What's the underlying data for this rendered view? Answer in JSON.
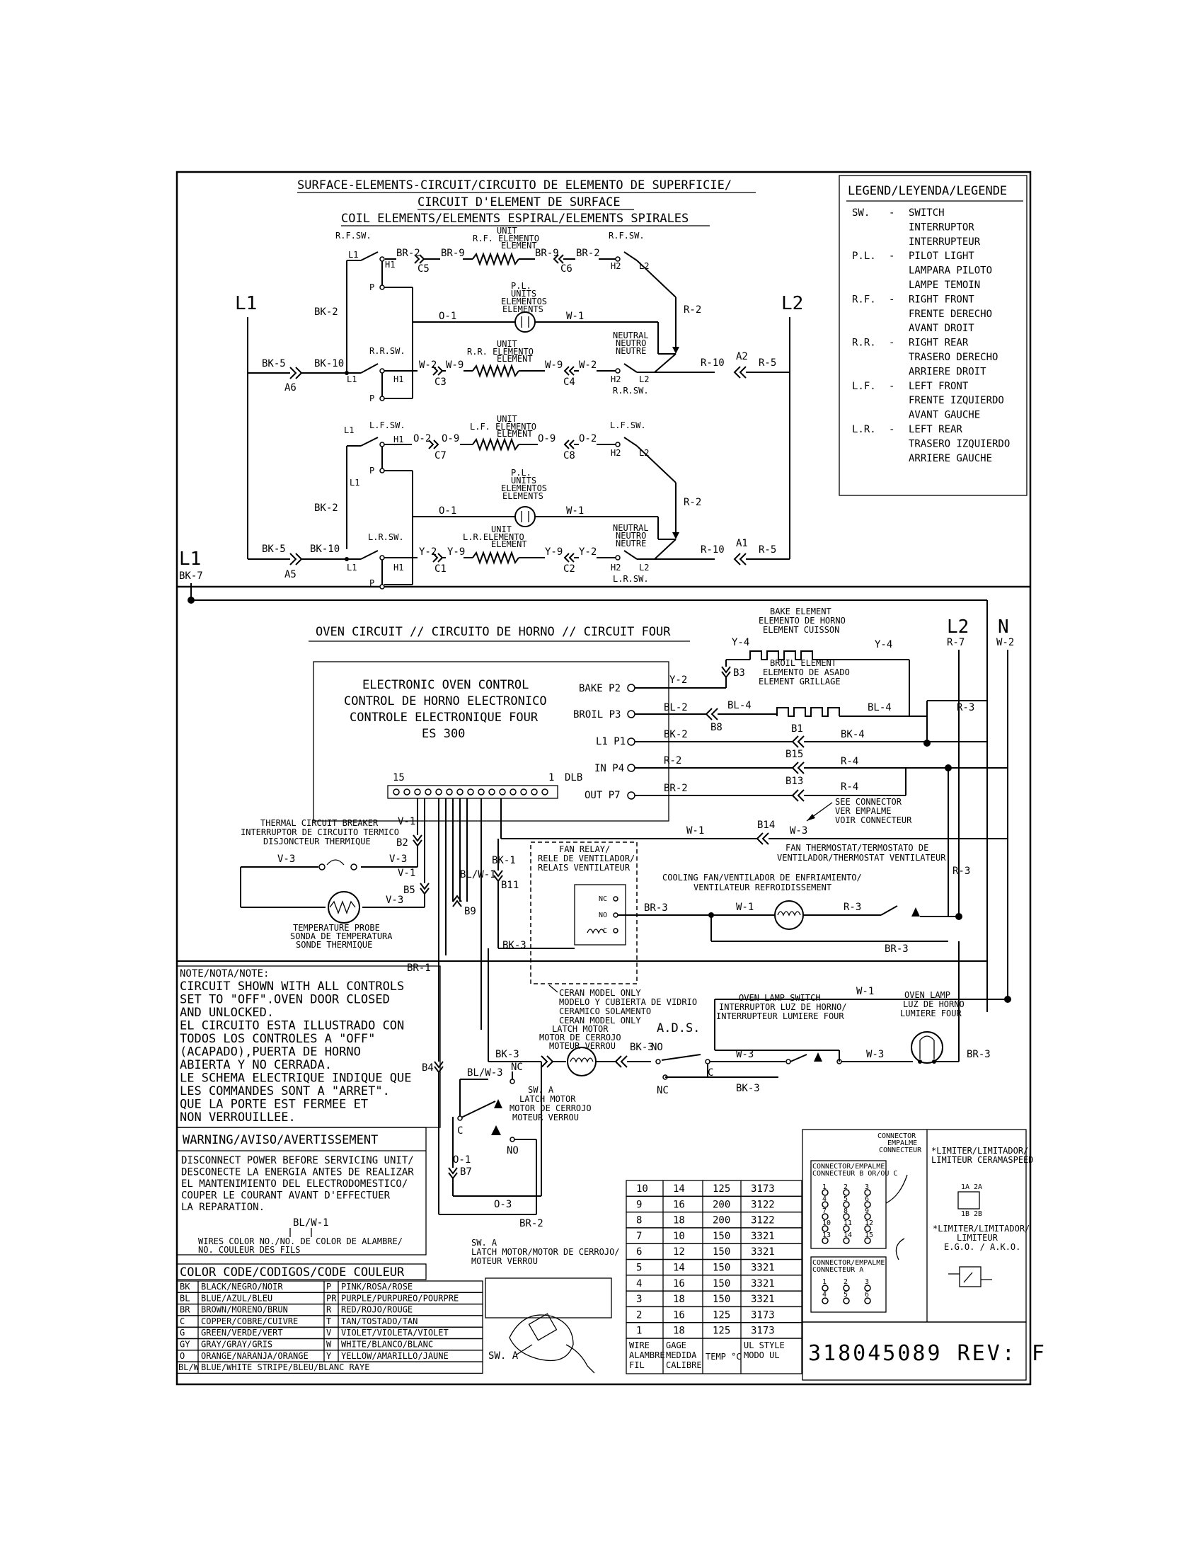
{
  "surface": {
    "title_1": "SURFACE-ELEMENTS-CIRCUIT/CIRCUITO DE ELEMENTO DE SUPERFICIE/",
    "title_2": "CIRCUIT D'ELEMENT DE SURFACE",
    "title_3": "COIL ELEMENTS/ELEMENTS ESPIRAL/ELEMENTS SPIRALES",
    "l1": "L1",
    "l2": "L2",
    "bk5": "BK-5",
    "bk10": "BK-10",
    "bk2": "BK-2",
    "a6": "A6",
    "a5": "A5",
    "a2": "A2",
    "a1": "A1",
    "r5": "R-5",
    "r10": "R-10",
    "r2": "R-2",
    "o1": "O-1",
    "w1": "W-1",
    "rfsw": "R.F.SW.",
    "rrsw": "R.R.SW.",
    "lfsw": "L.F.SW.",
    "lrsw": "L.R.SW.",
    "unit_rf": [
      "UNIT",
      "R.F. ELEMENTO",
      "ELEMENT"
    ],
    "unit_rr": [
      "UNIT",
      "R.R. ELEMENTO",
      "ELEMENT"
    ],
    "unit_lf": [
      "UNIT",
      "L.F. ELEMENTO",
      "ELEMENT"
    ],
    "unit_lr": [
      "UNIT",
      "L.R.ELEMENTO",
      "ELEMENT"
    ],
    "pl": [
      "P.L.",
      "UNITS",
      "ELEMENTOS",
      "ELEMENTS"
    ],
    "neutral": [
      "NEUTRAL",
      "NEUTRO",
      "NEUTRE"
    ],
    "br2": "BR-2",
    "br9": "BR-9",
    "w2": "W-2",
    "w9": "W-9",
    "o2": "O-2",
    "o9": "O-9",
    "y2": "Y-2",
    "y9": "Y-9",
    "c1": "C1",
    "c2": "C2",
    "c3": "C3",
    "c4": "C4",
    "c5": "C5",
    "c6": "C6",
    "c7": "C7",
    "c8": "C8",
    "sw_l1": "L1",
    "sw_h1": "H1",
    "sw_p": "P",
    "sw_h2": "H2",
    "sw_l2": "L2"
  },
  "oven": {
    "title": "OVEN CIRCUIT // CIRCUITO DE HORNO // CIRCUIT FOUR",
    "l1": "L1",
    "bk7": "BK-7",
    "l2": "L2",
    "r7": "R-7",
    "n": "N",
    "w2": "W-2",
    "control": [
      "ELECTRONIC OVEN CONTROL",
      "CONTROL DE HORNO ELECTRONICO",
      "CONTROLE ELECTRONIQUE FOUR",
      "ES 300"
    ],
    "pins": [
      "BAKE P2",
      "BROIL P3",
      "L1 P1",
      "IN P4",
      "OUT P7"
    ],
    "dlb_15": "15",
    "dlb_1": "1",
    "dlb": "DLB",
    "bake_element": [
      "BAKE ELEMENT",
      "ELEMENTO DE HORNO",
      "ELEMENT CUISSON"
    ],
    "broil_element": [
      "BROIL ELEMENT",
      "ELEMENTO DE ASADO",
      "ELEMENT GRILLAGE"
    ],
    "y4": "Y-4",
    "y2": "Y-2",
    "b3": "B3",
    "bl2": "BL-2",
    "bl4": "BL-4",
    "b8": "B8",
    "bk2": "BK-2",
    "b1": "B1",
    "bk4": "BK-4",
    "r2": "R-2",
    "b15": "B15",
    "r4": "R-4",
    "br2": "BR-2",
    "b13": "B13",
    "r3": "R-3",
    "see_connector": [
      "SEE CONNECTOR",
      "VER EMPALME",
      "VOIR CONNECTEUR"
    ],
    "b14": "B14",
    "w1": "W-1",
    "w3": "W-3",
    "fan_thermostat": [
      "FAN THERMOSTAT/TERMOSTATO DE",
      "VENTILADOR/THERMOSTAT VENTILATEUR"
    ],
    "thermal_breaker": [
      "THERMAL CIRCUIT BREAKER",
      "INTERRUPTOR DE CIRCUITO TERMICO",
      "DISJONCTEUR THERMIQUE"
    ],
    "v1": "V-1",
    "v3": "V-3",
    "b2": "B2",
    "b5": "B5",
    "temp_probe": [
      "TEMPERATURE PROBE",
      "SONDA DE TEMPERATURA",
      "SONDE THERMIQUE"
    ],
    "bk1": "BK-1",
    "blw1": "BL/W-1",
    "b11": "B11",
    "b9": "B9",
    "bk3": "BK-3",
    "fan_relay": [
      "FAN RELAY/",
      "RELE DE VENTILADOR/",
      "RELAIS VENTILATEUR"
    ],
    "nc": "NC",
    "no": "NO",
    "c": "C",
    "br3": "BR-3",
    "cooling_fan": [
      "COOLING FAN/VENTILADOR DE ENFRIAMIENTO/",
      "VENTILATEUR REFROIDISSEMENT"
    ],
    "br1": "BR-1",
    "ceran": [
      "CERAN MODEL ONLY",
      "MODELO Y CUBIERTA DE VIDRIO",
      "CERAMICO SOLAMENTO",
      "CERAN MODEL ONLY"
    ],
    "latch_motor": [
      "LATCH MOTOR",
      "MOTOR DE CERROJO",
      "MOTEUR VERROU"
    ],
    "ads": "A.D.S.",
    "oven_lamp_switch": [
      "OVEN LAMP SWITCH",
      "INTERRUPTOR LUZ DE HORNO/",
      "INTERRUPTEUR LUMIERE FOUR"
    ],
    "oven_lamp": [
      "OVEN LAMP",
      "LUZ DE HORNO",
      "LUMIERE FOUR"
    ],
    "b4": "B4",
    "blw3": "BL/W-3",
    "sw_a": [
      "SW. A",
      "LATCH MOTOR",
      "MOTOR DE CERROJO",
      "MOTEUR VERROU"
    ],
    "o1": "O-1",
    "b7": "B7",
    "o3": "O-3"
  },
  "legend": {
    "title": "LEGEND/LEYENDA/LEGENDE",
    "rows": [
      [
        "SW.",
        "-",
        "SWITCH"
      ],
      [
        "",
        "",
        "INTERRUPTOR"
      ],
      [
        "",
        "",
        "INTERRUPTEUR"
      ],
      [
        "P.L.",
        "-",
        "PILOT LIGHT"
      ],
      [
        "",
        "",
        "LAMPARA PILOTO"
      ],
      [
        "",
        "",
        "LAMPE TEMOIN"
      ],
      [
        "R.F.",
        "-",
        "RIGHT FRONT"
      ],
      [
        "",
        "",
        "FRENTE DERECHO"
      ],
      [
        "",
        "",
        "AVANT DROIT"
      ],
      [
        "R.R.",
        "-",
        "RIGHT REAR"
      ],
      [
        "",
        "",
        "TRASERO DERECHO"
      ],
      [
        "",
        "",
        "ARRIERE DROIT"
      ],
      [
        "L.F.",
        "-",
        "LEFT FRONT"
      ],
      [
        "",
        "",
        "FRENTE IZQUIERDO"
      ],
      [
        "",
        "",
        "AVANT GAUCHE"
      ],
      [
        "L.R.",
        "-",
        "LEFT REAR"
      ],
      [
        "",
        "",
        "TRASERO IZQUIERDO"
      ],
      [
        "",
        "",
        "ARRIERE GAUCHE"
      ]
    ]
  },
  "note": {
    "title": "NOTE/NOTA/NOTE:",
    "lines": [
      "CIRCUIT SHOWN WITH ALL CONTROLS",
      "SET TO \"OFF\".OVEN DOOR CLOSED",
      "AND UNLOCKED.",
      "EL CIRCUITO ESTA ILLUSTRADO CON",
      "TODOS LOS CONTROLES A \"OFF\"",
      "(ACAPADO),PUERTA DE HORNO",
      "ABIERTA Y NO CERRADA.",
      "LE SCHEMA ELECTRIQUE INDIQUE QUE",
      "LES COMMANDES SONT A \"ARRET\".",
      "QUE LA PORTE EST FERMEE ET",
      "NON VERROUILLEE."
    ]
  },
  "warning": {
    "title": "WARNING/AVISO/AVERTISSEMENT",
    "lines": [
      "DISCONNECT POWER BEFORE SERVICING UNIT/",
      "DESCONECTE LA ENERGIA ANTES DE REALIZAR",
      "EL MANTENIMIENTO DEL ELECTRODOMESTICO/",
      "COUPER LE COURANT AVANT D'EFFECTUER",
      "LA REPARATION."
    ],
    "example_code": "BL/W-1",
    "wires_note": [
      "WIRES COLOR NO./NO. DE COLOR DE ALAMBRE/",
      "NO. COULEUR DES FILS"
    ]
  },
  "color_code": {
    "title": "COLOR CODE/CODIGOS/CODE COULEUR",
    "rows": [
      [
        "BK",
        "BLACK/NEGRO/NOIR",
        "P",
        "PINK/ROSA/ROSE"
      ],
      [
        "BL",
        "BLUE/AZUL/BLEU",
        "PR",
        "PURPLE/PURPUREO/POURPRE"
      ],
      [
        "BR",
        "BROWN/MORENO/BRUN",
        "R",
        "RED/ROJO/ROUGE"
      ],
      [
        "C",
        "COPPER/COBRE/CUIVRE",
        "T",
        "TAN/TOSTADO/TAN"
      ],
      [
        "G",
        "GREEN/VERDE/VERT",
        "V",
        "VIOLET/VIOLETA/VIOLET"
      ],
      [
        "GY",
        "GRAY/GRAY/GRIS",
        "W",
        "WHITE/BLANCO/BLANC"
      ],
      [
        "O",
        "ORANGE/NARANJA/ORANGE",
        "Y",
        "YELLOW/AMARILLO/JAUNE"
      ]
    ],
    "last_row": [
      "BL/W",
      "BLUE/WHITE STRIPE/BLEU/BLANC RAYE"
    ]
  },
  "sw_a_note": [
    "SW. A",
    "LATCH MOTOR/MOTOR DE CERROJO/",
    "MOTEUR VERROU"
  ],
  "sw_a_label": "SW. A",
  "wire_table": {
    "rows": [
      [
        "10",
        "14",
        "125",
        "3173"
      ],
      [
        "9",
        "16",
        "200",
        "3122"
      ],
      [
        "8",
        "18",
        "200",
        "3122"
      ],
      [
        "7",
        "10",
        "150",
        "3321"
      ],
      [
        "6",
        "12",
        "150",
        "3321"
      ],
      [
        "5",
        "14",
        "150",
        "3321"
      ],
      [
        "4",
        "16",
        "150",
        "3321"
      ],
      [
        "3",
        "18",
        "150",
        "3321"
      ],
      [
        "2",
        "16",
        "125",
        "3173"
      ],
      [
        "1",
        "18",
        "125",
        "3173"
      ]
    ],
    "headers": [
      [
        "WIRE",
        "ALAMBRE",
        "FIL"
      ],
      [
        "GAGE",
        "MEDIDA",
        "CALIBRE"
      ],
      [
        "TEMP °C"
      ],
      [
        "UL STYLE",
        "MODO UL"
      ]
    ]
  },
  "connector": {
    "title": [
      "CONNECTOR",
      "EMPALME",
      "CONNECTEUR"
    ],
    "b_label": [
      "CONNECTOR/EMPALME",
      "CONNECTEUR B OR/OU C"
    ],
    "a_label": [
      "CONNECTOR/EMPALME",
      "CONNECTEUR A"
    ],
    "nums_b": [
      "1",
      "2",
      "3",
      "4",
      "5",
      "6",
      "7",
      "8",
      "9",
      "10",
      "11",
      "12",
      "13",
      "14",
      "15"
    ],
    "nums_a": [
      "1",
      "2",
      "3",
      "4",
      "5",
      "6"
    ],
    "limiter_1": [
      "*LIMITER/LIMITADOR/",
      "LIMITEUR CERAMASPEED"
    ],
    "limiter_2": [
      "*LIMITER/LIMITADOR/",
      "LIMITEUR",
      "E.G.O. / A.K.O."
    ],
    "limiter_terms": [
      "1A",
      "2A",
      "1B",
      "2B"
    ]
  },
  "part_number": "318045089 REV: F"
}
